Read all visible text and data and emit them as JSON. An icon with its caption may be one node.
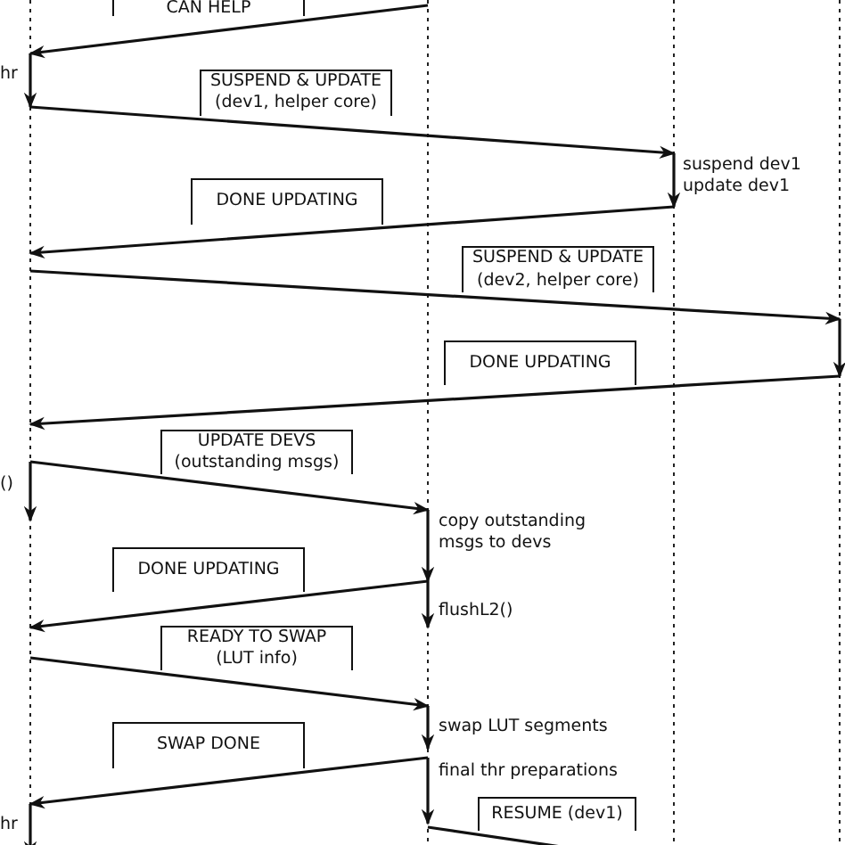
{
  "diagram": {
    "nodes": [
      {
        "text": [],
        "shape": "line"
      },
      {
        "text": [],
        "shape": "line"
      },
      {
        "text": [],
        "shape": "line"
      },
      {
        "text": [],
        "shape": "line"
      }
    ],
    "edges": [
      {
        "from": 1,
        "to": 0,
        "arrow": "to",
        "label": "CAN HELP"
      },
      {
        "from": 0,
        "to": 2,
        "arrow": "to",
        "label": "SUSPEND & UPDATE (dev1, helper core)"
      },
      {
        "from": 2,
        "to": 0,
        "arrow": "to",
        "label": "DONE UPDATING"
      },
      {
        "from": 0,
        "to": 3,
        "arrow": "to",
        "label": "SUSPEND & UPDATE (dev2, helper core)"
      },
      {
        "from": 3,
        "to": 0,
        "arrow": "to",
        "label": "DONE UPDATING"
      },
      {
        "from": 0,
        "to": 1,
        "arrow": "to",
        "label": "UPDATE DEVS (outstanding msgs)"
      },
      {
        "from": 1,
        "to": 0,
        "arrow": "to",
        "label": "DONE UPDATING"
      },
      {
        "from": 0,
        "to": 1,
        "arrow": "to",
        "label": "READY TO SWAP (LUT info)"
      },
      {
        "from": 1,
        "to": 0,
        "arrow": "to",
        "label": "SWAP DONE"
      },
      {
        "from": 1,
        "to": null,
        "arrow": "none",
        "label": "RESUME (dev1)"
      }
    ],
    "labels": [
      "hr",
      "suspend dev1 update dev1",
      "()",
      "copy outstanding msgs to devs",
      "flushL2()",
      "swap LUT segments",
      "final thr preparations",
      "hr"
    ]
  }
}
